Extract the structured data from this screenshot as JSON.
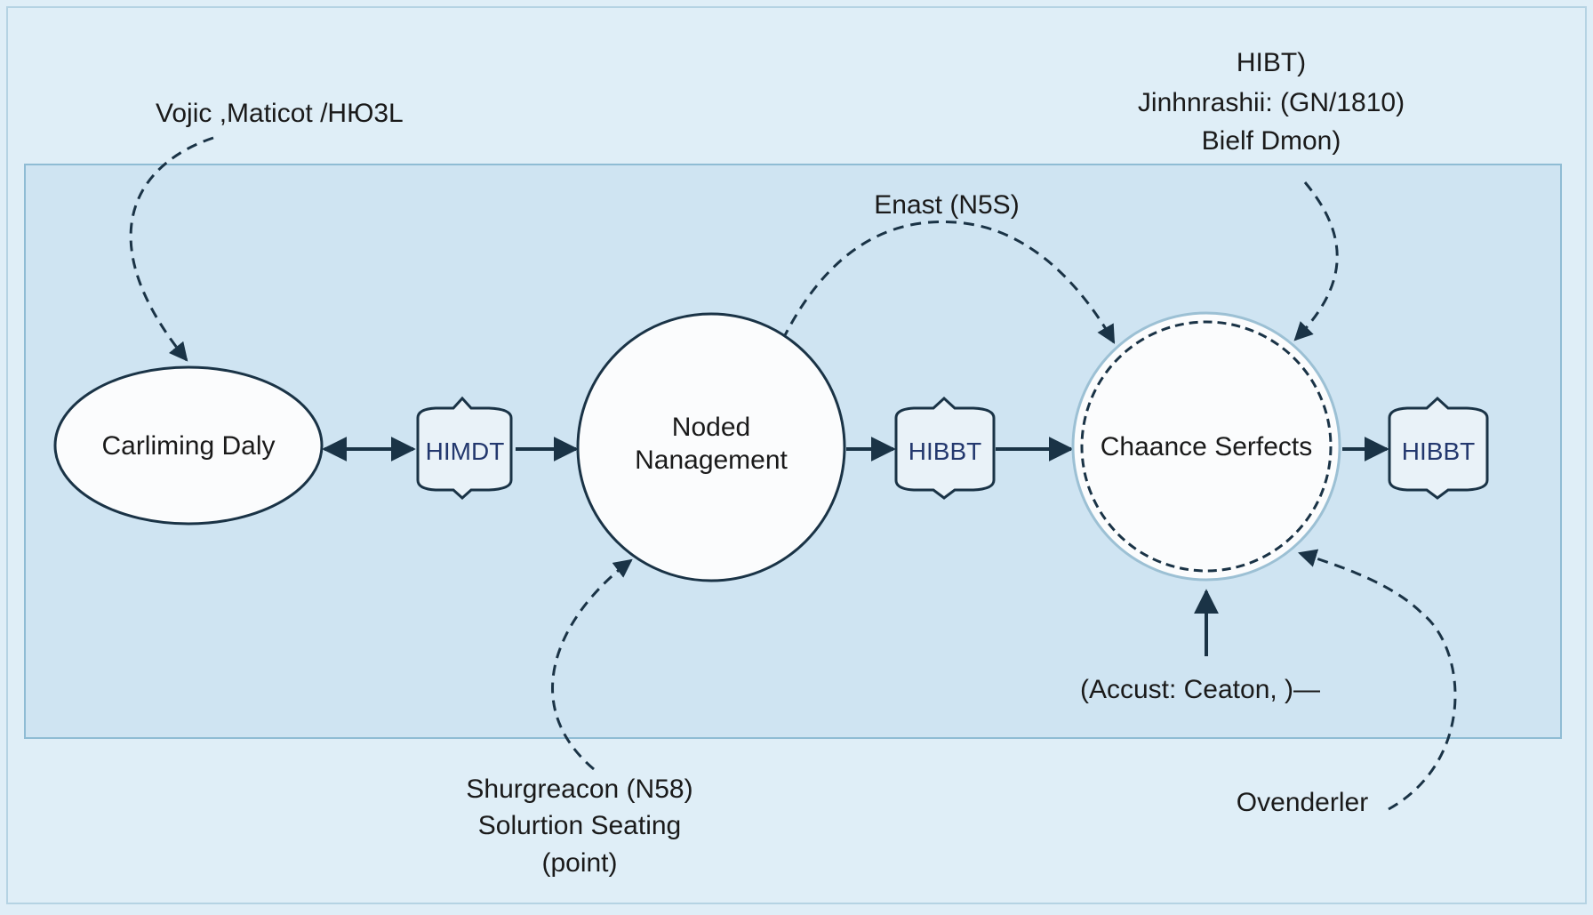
{
  "colors": {
    "page_bg": "#dfeef7",
    "panel_bg": "#cfe4f2",
    "panel_border": "#8fbcd4",
    "node_fill": "#fbfcfd",
    "stroke": "#1a3346",
    "store_text": "#23386e"
  },
  "nodes": {
    "carliming": {
      "label": "Carliming Daly"
    },
    "noded": {
      "line1": "Noded",
      "line2": "Nanagement"
    },
    "chaance": {
      "label": "Chaance Serfects"
    }
  },
  "stores": {
    "s1": "HIMDT",
    "s2": "HIBBT",
    "s3": "HIBBT"
  },
  "annotations": {
    "top_left": "Vojic ,Maticot /HЮ3L",
    "top_right": [
      "HIBT)",
      "Jinhnrashii: (GN/1810)",
      "Bielf Dmon)"
    ],
    "enast": "Enast (N5S)",
    "accust": "(Accust: Ceaton, )—",
    "bottom_left": [
      "Shurgreacon (N58)",
      "Solurtion Seating",
      "(point)"
    ],
    "ovenderler": "Ovenderler"
  }
}
